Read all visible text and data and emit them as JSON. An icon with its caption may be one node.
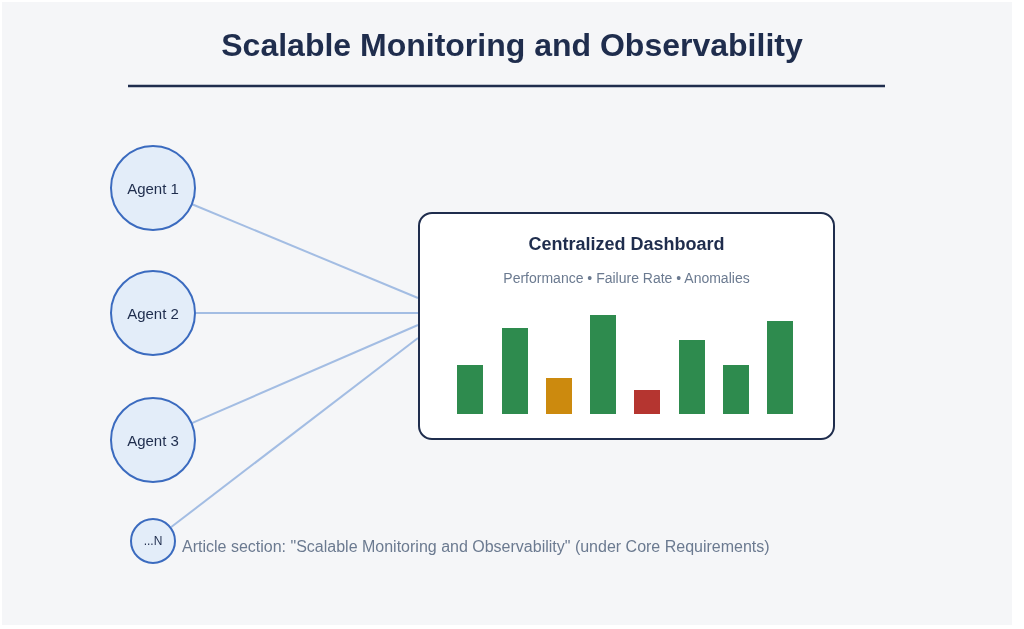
{
  "diagram": {
    "title": "Scalable Monitoring and Observability",
    "caption": "Article section: \"Scalable Monitoring and Observability\" (under Core Requirements)",
    "nodes": [
      {
        "text": [
          "Agent 1"
        ]
      },
      {
        "text": [
          "Agent 2"
        ]
      },
      {
        "text": [
          "Agent 3"
        ]
      },
      {
        "text": [
          "...N"
        ]
      },
      {
        "text": [
          "Centralized Dashboard",
          "Performance • Failure Rate • Anomalies"
        ]
      }
    ],
    "edges": [
      {
        "from": 0,
        "to": 4,
        "arrow": "none"
      },
      {
        "from": 1,
        "to": 4,
        "arrow": "none"
      },
      {
        "from": 2,
        "to": 4,
        "arrow": "none"
      },
      {
        "from": 3,
        "to": 4,
        "arrow": "none"
      }
    ]
  }
}
